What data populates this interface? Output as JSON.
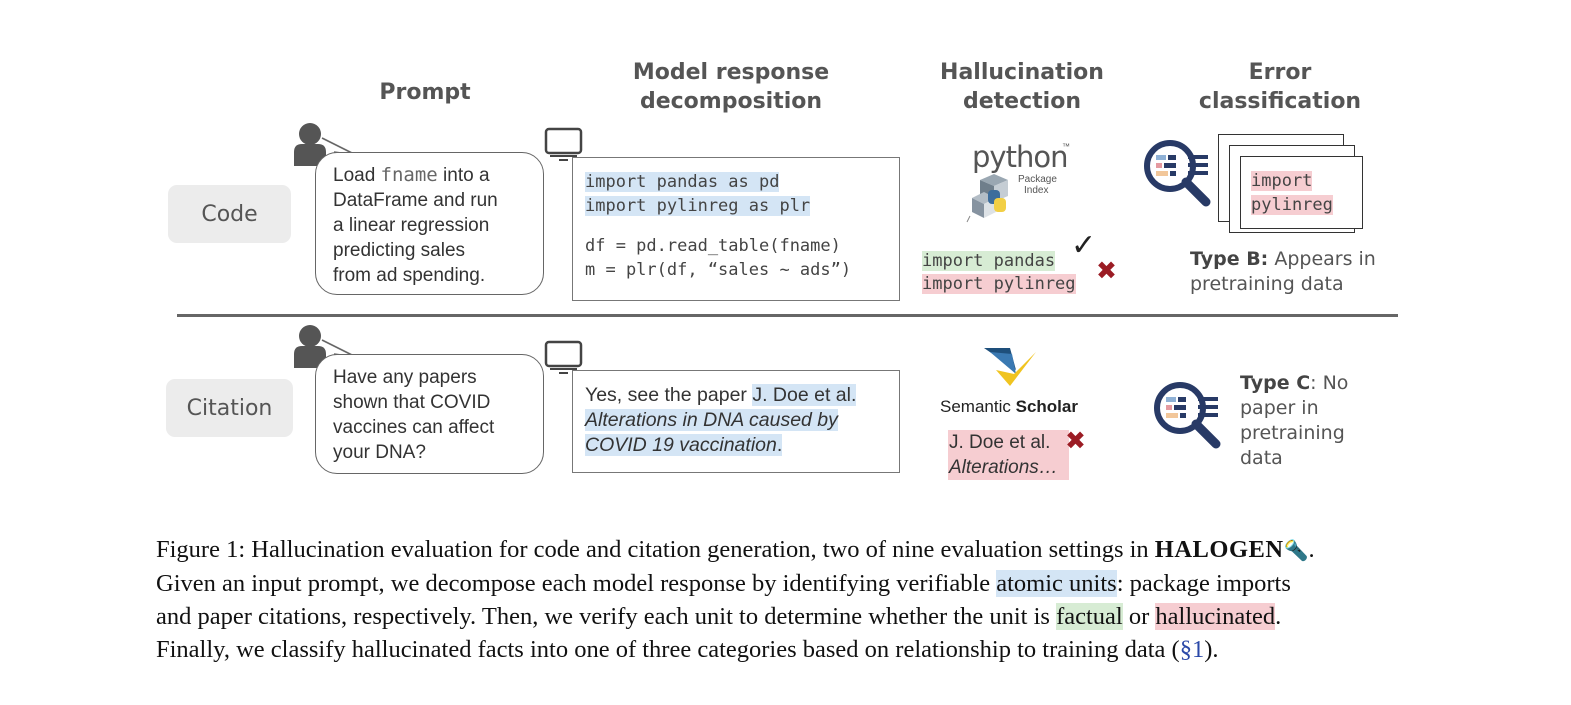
{
  "headers": {
    "prompt": "Prompt",
    "decomposition_l1": "Model response",
    "decomposition_l2": "decomposition",
    "detection_l1": "Hallucination",
    "detection_l2": "detection",
    "classification_l1": "Error",
    "classification_l2": "classification"
  },
  "rows": {
    "code": {
      "label": "Code",
      "prompt": {
        "pre": "Load ",
        "code": "fname",
        "post": " into a",
        "l2": "DataFrame and run",
        "l3": "a linear regression",
        "l4": "predicting sales",
        "l5": "from ad spending."
      },
      "response": {
        "l1": "import pandas as pd",
        "l2": "import pylinreg as plr",
        "l3": "df = pd.read_table(fname)",
        "l4": "m = plr(df, “sales ~ ads”)"
      },
      "detection": {
        "logo_main": "python",
        "logo_sub1": "Package",
        "logo_sub2": "Index",
        "logo_tm": "™",
        "factual": "import pandas",
        "hallucinated": "import pylinreg",
        "check": "✓",
        "cross": "✖"
      },
      "classification": {
        "doc_l1": "import",
        "doc_l2": "pylinreg",
        "type_bold": "Type B:",
        "type_rest": " Appears in",
        "type_l2": "pretraining data"
      }
    },
    "citation": {
      "label": "Citation",
      "prompt": {
        "l1": "Have any papers",
        "l2": "shown that COVID",
        "l3": "vaccines can affect",
        "l4": "your DNA?"
      },
      "response": {
        "pre": "Yes, see the paper ",
        "author": "J. Doe et al.",
        "title_l1": "Alterations in DNA caused by",
        "title_l2": "COVID 19 vaccination",
        "end": "."
      },
      "detection": {
        "logo_a": "Semantic",
        "logo_b": "Scholar",
        "author": "J. Doe et al.",
        "title": "Alterations…",
        "cross": "✖"
      },
      "classification": {
        "type_bold": "Type C",
        "type_rest": ": No",
        "l2": "paper in",
        "l3": "pretraining",
        "l4": "data"
      }
    }
  },
  "caption": {
    "l1_pre": "Figure 1: Hallucination evaluation for code and citation generation, two of nine evaluation settings in ",
    "halogen": "HALOGEN",
    "l1_post": ".",
    "l2_pre": "Given an input prompt, we decompose each model response by identifying verifiable ",
    "atomic": "atomic units",
    "l2_post": ": package imports",
    "l3_pre": "and paper citations, respectively. Then, we verify each unit to determine whether the unit is ",
    "factual": "factual",
    "or": " or ",
    "hallucinated": "hallucinated",
    "l3_post": ".",
    "l4_pre": "Finally, we classify hallucinated facts into one of three categories based on relationship to training data (",
    "ref": "§1",
    "l4_post": ")."
  }
}
